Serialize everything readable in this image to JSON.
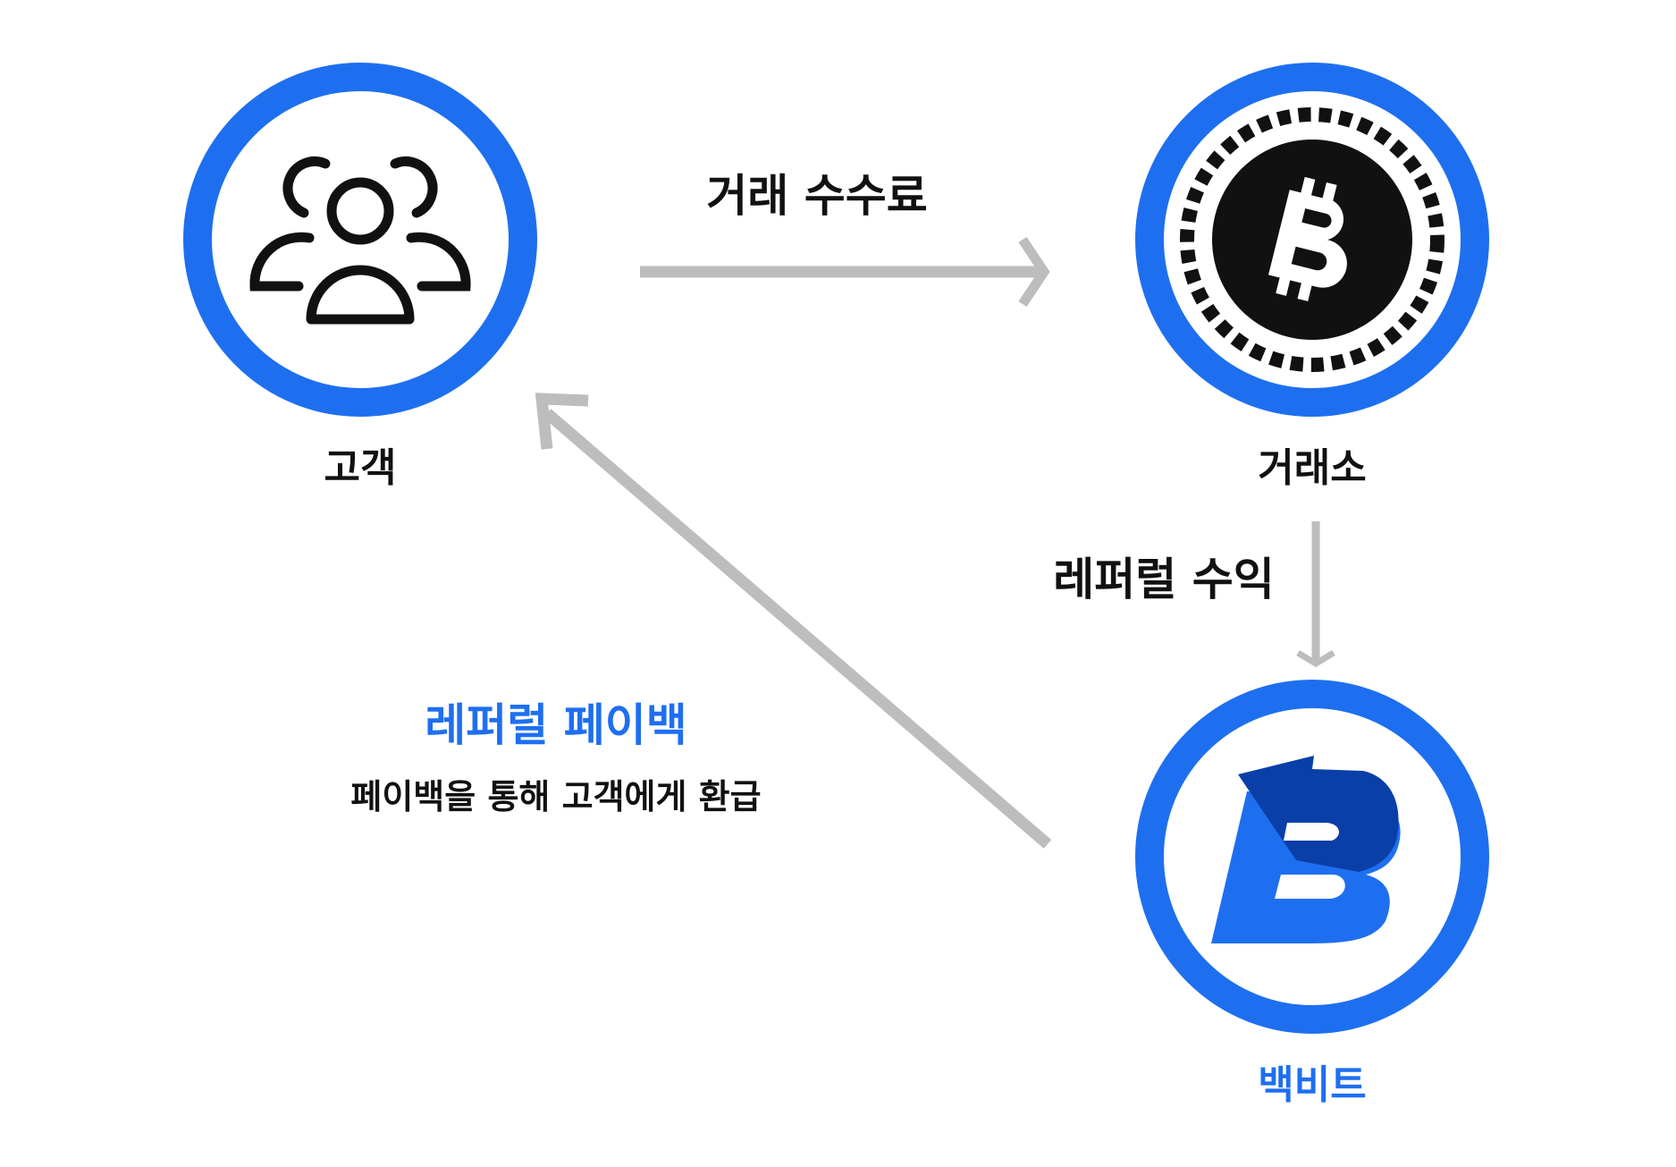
{
  "nodes": {
    "customer": {
      "label": "고객",
      "icon": "users-icon"
    },
    "exchange": {
      "label": "거래소",
      "icon": "bitcoin-coin-icon"
    },
    "backbit": {
      "label": "백비트",
      "icon": "backbit-logo-icon"
    }
  },
  "edges": {
    "trading_fee": {
      "label": "거래 수수료"
    },
    "referral_income": {
      "label": "레퍼럴 수익"
    },
    "referral_payback": {
      "title": "레퍼럴 페이백",
      "subtitle": "페이백을 통해 고객에게 환급"
    }
  },
  "colors": {
    "ring_blue": "#1e6ff0",
    "arrow_gray": "#bdbdbd",
    "text_dark": "#111111",
    "logo_dark_blue": "#0a3fa8"
  }
}
